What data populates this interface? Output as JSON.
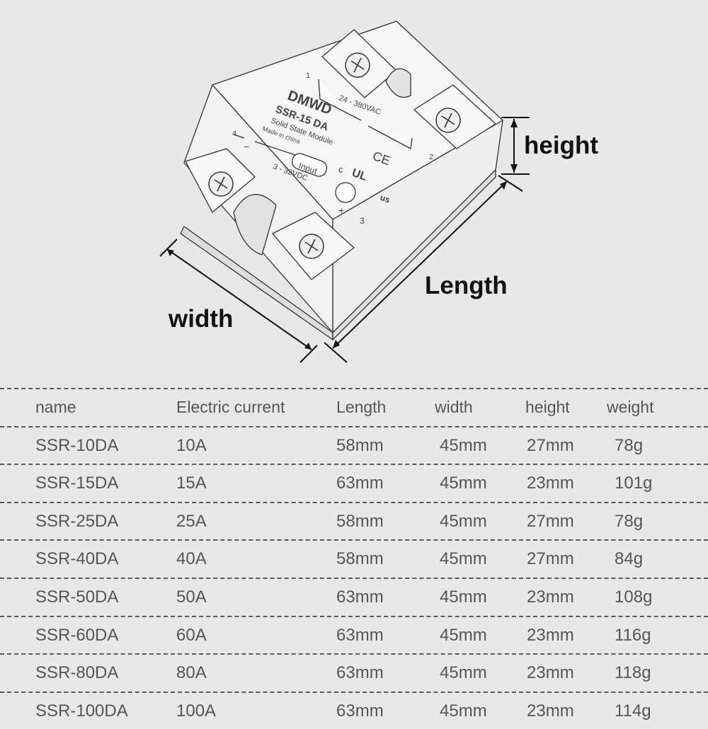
{
  "figure": {
    "dim_labels": {
      "height": "height",
      "length": "Length",
      "width": "width"
    },
    "product_text": {
      "brand": "DMWD",
      "model": "SSR-15 DA",
      "subtitle": "Solid State Module",
      "made_in": "Made in china",
      "ac_range": "24 - 380VAC",
      "input_label": "Input",
      "dc_range": "3 - 32VDC",
      "terminal_1": "1",
      "terminal_2": "2",
      "terminal_3": "3",
      "terminal_4": "4",
      "plus_sign": "+",
      "minus_sign": "−",
      "ce_mark": "CE",
      "ul_prefix": "c",
      "ul_suffix": "us",
      "ul_mark": "UL"
    }
  },
  "table": {
    "headers": [
      "name",
      "Electric current",
      "Length",
      "width",
      "height",
      "weight"
    ],
    "rows": [
      [
        "SSR-10DA",
        "10A",
        "58mm",
        "45mm",
        "27mm",
        "78g"
      ],
      [
        "SSR-15DA",
        "15A",
        "63mm",
        "45mm",
        "23mm",
        "101g"
      ],
      [
        "SSR-25DA",
        "25A",
        "58mm",
        "45mm",
        "27mm",
        "78g"
      ],
      [
        "SSR-40DA",
        "40A",
        "58mm",
        "45mm",
        "27mm",
        "84g"
      ],
      [
        "SSR-50DA",
        "50A",
        "63mm",
        "45mm",
        "23mm",
        "108g"
      ],
      [
        "SSR-60DA",
        "60A",
        "63mm",
        "45mm",
        "23mm",
        "116g"
      ],
      [
        "SSR-80DA",
        "80A",
        "63mm",
        "45mm",
        "23mm",
        "118g"
      ],
      [
        "SSR-100DA",
        "100A",
        "63mm",
        "45mm",
        "23mm",
        "114g"
      ]
    ]
  }
}
